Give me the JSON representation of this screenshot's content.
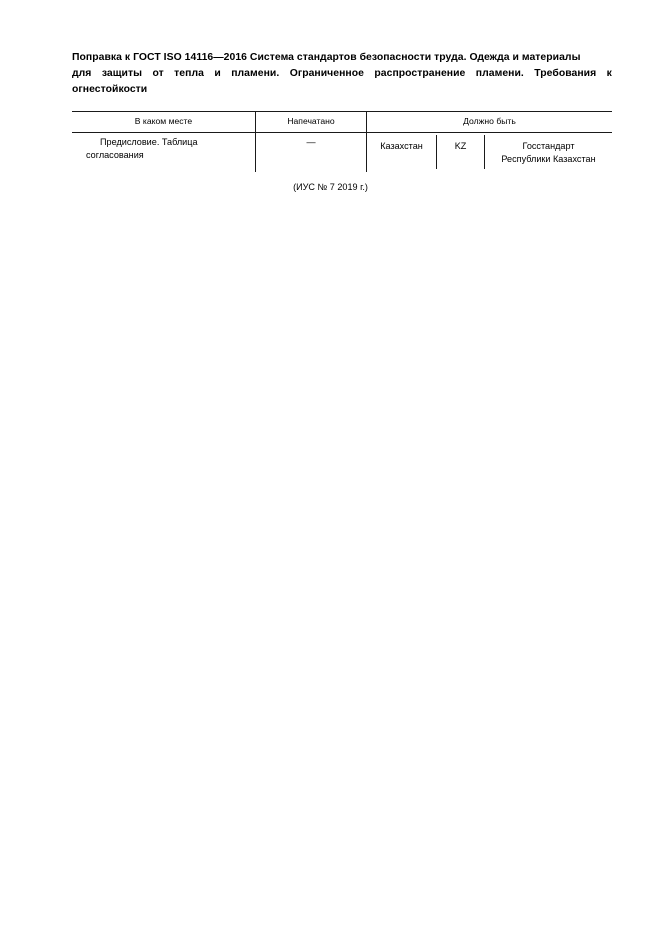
{
  "document": {
    "heading": {
      "line1": "Поправка к ГОСТ ISO 14116—2016 Система стандартов безопасности труда. Одежда и материалы",
      "line2_words": [
        "для",
        "защиты",
        "от",
        "тепла",
        "и",
        "пламени.",
        "Ограниченное",
        "распространение",
        "пламени.",
        "Требования",
        "к"
      ],
      "line3": "огнестойкости"
    },
    "table": {
      "headers": {
        "where": "В каком месте",
        "printed": "Напечатано",
        "should_be": "Должно быть"
      },
      "rows": [
        {
          "where": "Предисловие. Таблица согласования",
          "printed": "—",
          "should_be": {
            "country": "Казахстан",
            "code": "KZ",
            "authority_line1": "Госстандарт",
            "authority_line2": "Республики Казахстан"
          }
        }
      ]
    },
    "issue_note": "(ИУС № 7  2019 г.)"
  }
}
